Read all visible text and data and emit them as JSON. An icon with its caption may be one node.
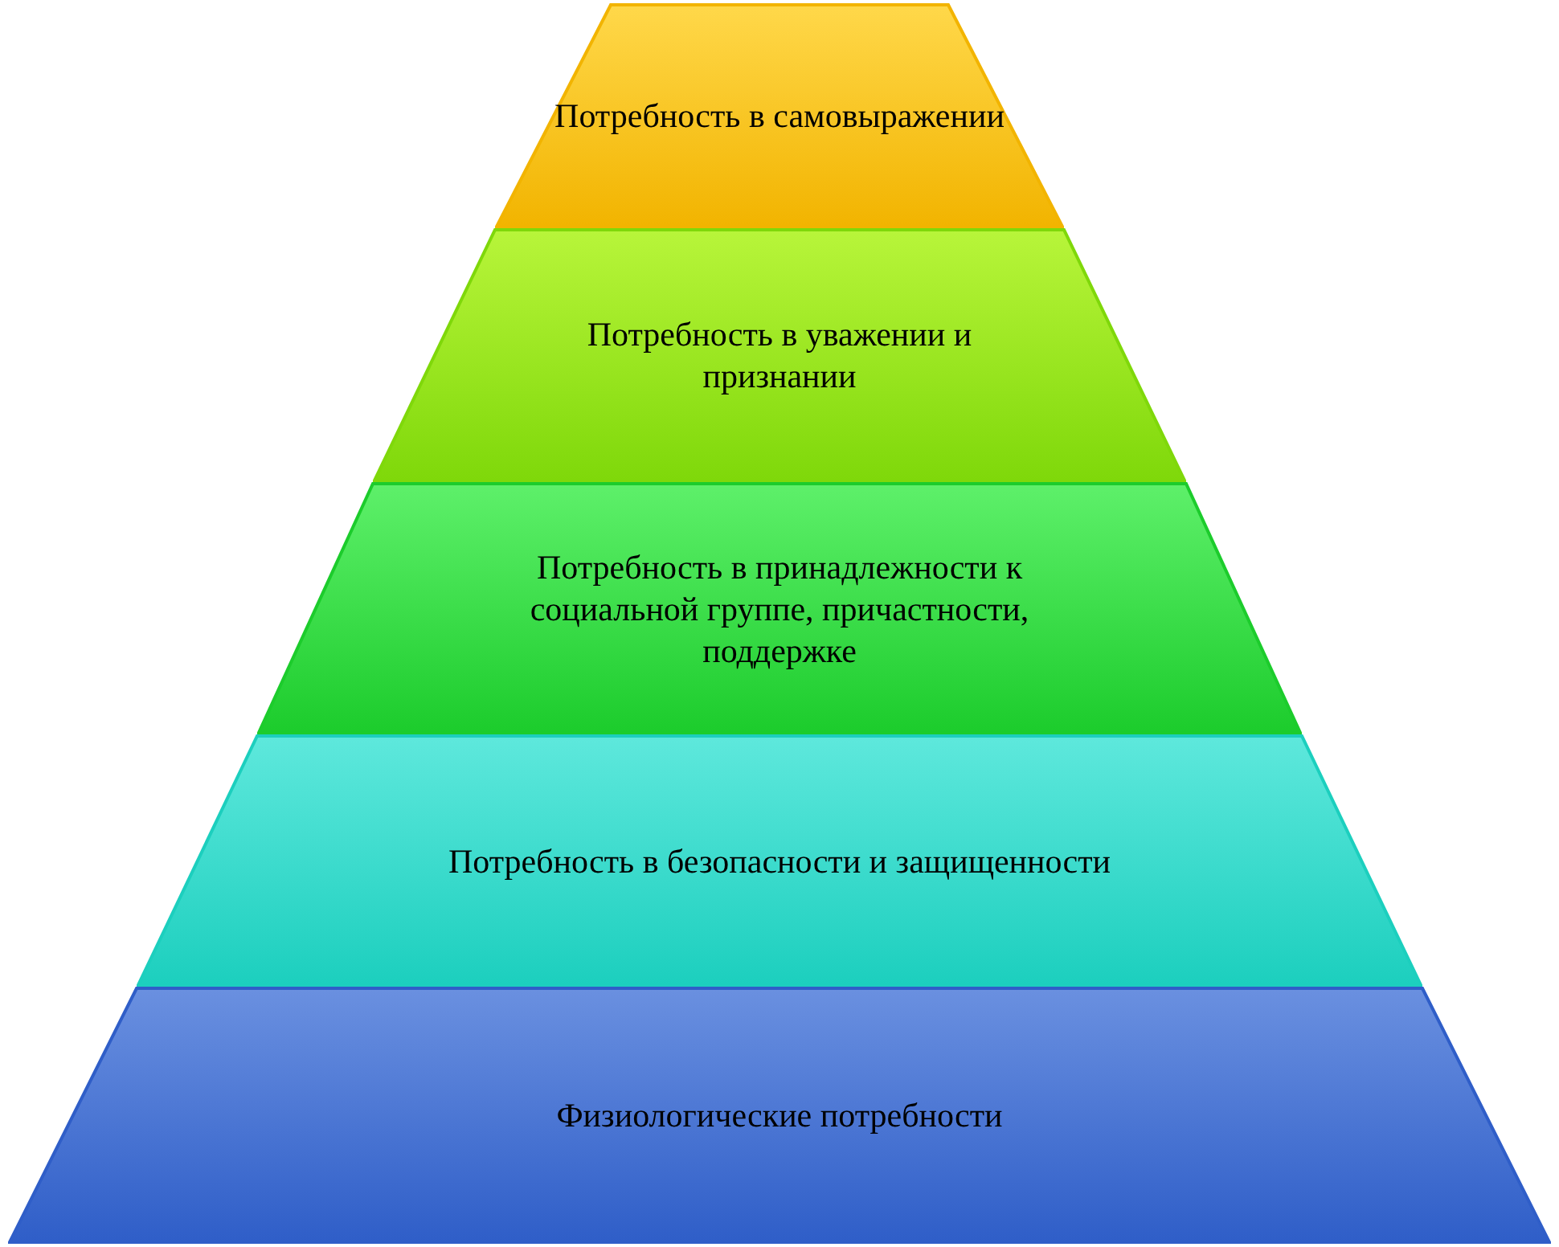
{
  "diagram": {
    "nodes": [
      {
        "text": [
          "Потребность в самовыражении"
        ]
      },
      {
        "text": [
          "Потребность в уважении и признании"
        ]
      },
      {
        "text": [
          "Потребность в принадлежности к социальной группе, причастности, поддержке"
        ]
      },
      {
        "text": [
          "Потребность в безопасности и защищенности"
        ]
      },
      {
        "text": [
          "Физиологические потребности"
        ]
      }
    ]
  }
}
